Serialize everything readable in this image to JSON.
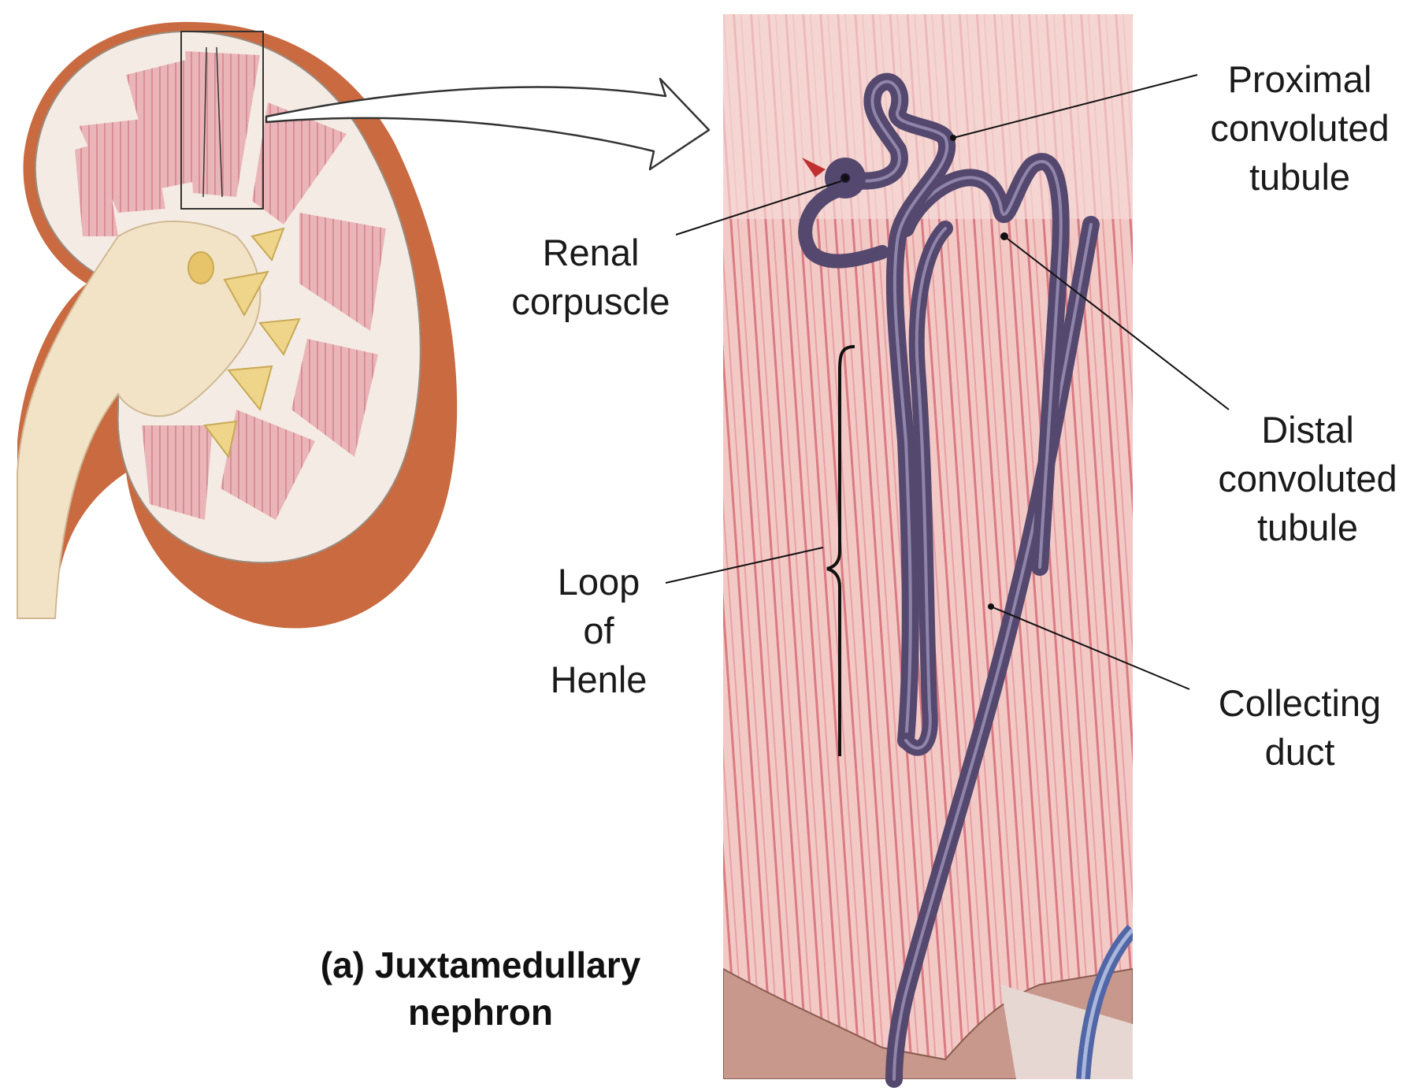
{
  "labels": {
    "proximal": [
      "Proximal",
      "convoluted",
      "tubule"
    ],
    "renal": [
      "Renal",
      "corpuscle"
    ],
    "distal": [
      "Distal",
      "convoluted",
      "tubule"
    ],
    "loop": [
      "Loop",
      "of",
      "Henle"
    ],
    "collecting": [
      "Collecting",
      "duct"
    ]
  },
  "caption": [
    "(a) Juxtamedullary",
    "nephron"
  ],
  "colors": {
    "cortex": "#f4ece4",
    "pyramid": "#eab5b8",
    "pyramid_stripe": "#d98e95",
    "capsule": "#c8653d",
    "pelvis": "#f3e3c6",
    "calyx_yellow": "#efd58a",
    "medulla_bg": "#f2c7c4",
    "medulla_stripe": "#d97b82",
    "tubule": "#54486e",
    "tubule_highlight": "#8f84aa",
    "vessel_blue": "#5166a6"
  }
}
